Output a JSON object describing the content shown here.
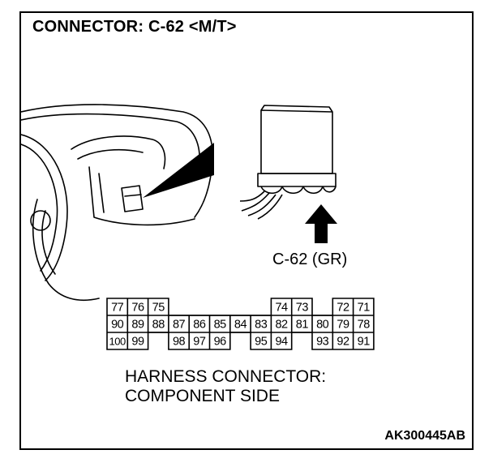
{
  "title": "CONNECTOR: C-62 <M/T>",
  "connector_label": "C-62 (GR)",
  "side_label": {
    "line1": "HARNESS CONNECTOR:",
    "line2": "COMPONENT SIDE"
  },
  "figure_id": "AK300445AB",
  "connector": {
    "rows": [
      [
        "77",
        "76",
        "75",
        "",
        "",
        "",
        "",
        "",
        "74",
        "73",
        "",
        "72",
        "71"
      ],
      [
        "90",
        "89",
        "88",
        "87",
        "86",
        "85",
        "84",
        "83",
        "82",
        "81",
        "80",
        "79",
        "78"
      ],
      [
        "100",
        "99",
        "",
        "98",
        "97",
        "96",
        "",
        "95",
        "94",
        "",
        "93",
        "92",
        "91"
      ]
    ]
  }
}
